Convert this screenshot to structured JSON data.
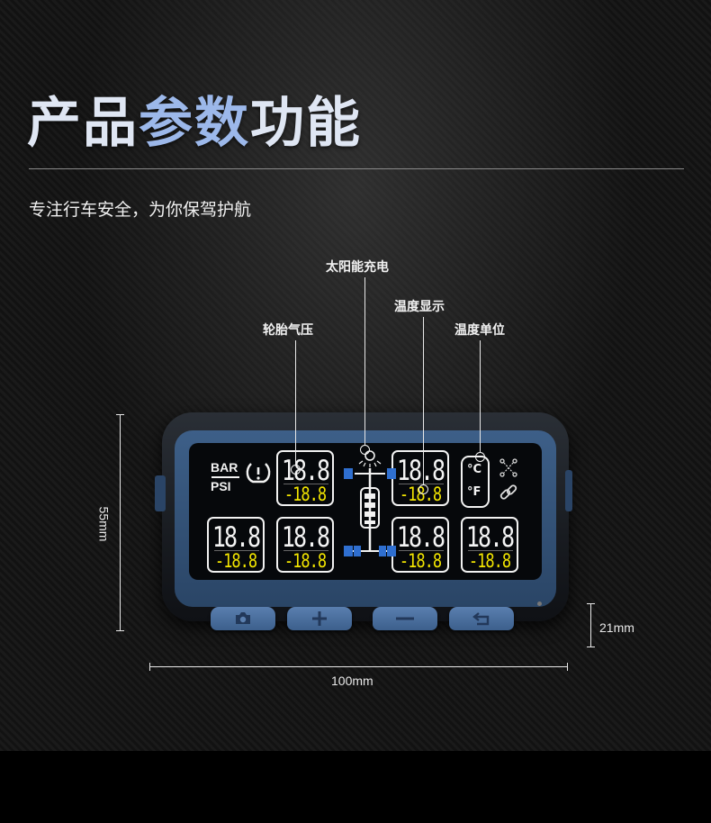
{
  "header": {
    "title_part1": "产品",
    "title_part2": "参数",
    "title_part3": "功能",
    "subtitle": "专注行车安全，为你保驾护航"
  },
  "callouts": {
    "solar": "太阳能充电",
    "temp_display": "温度显示",
    "tire_pressure": "轮胎气压",
    "temp_unit": "温度单位"
  },
  "screen": {
    "unit_bar": "BAR",
    "unit_psi": "PSI",
    "tires": [
      {
        "pressure": "18.8",
        "temp": "-18.8"
      },
      {
        "pressure": "18.8",
        "temp": "-18.8"
      },
      {
        "pressure": "18.8",
        "temp": "-18.8"
      },
      {
        "pressure": "18.8",
        "temp": "-18.8"
      },
      {
        "pressure": "18.8",
        "temp": "-18.8"
      },
      {
        "pressure": "18.8",
        "temp": "-18.8"
      }
    ],
    "deg_c": "°C",
    "deg_f": "°F"
  },
  "buttons": [
    {
      "name": "camera",
      "icon": "camera-icon"
    },
    {
      "name": "plus",
      "icon": "plus-icon"
    },
    {
      "name": "minus",
      "icon": "minus-icon"
    },
    {
      "name": "back",
      "icon": "return-icon"
    }
  ],
  "dimensions": {
    "height": "55mm",
    "width": "100mm",
    "depth": "21mm"
  },
  "colors": {
    "accent_blue": "#9cb8ea",
    "device_blue": "#3d5f88",
    "lcd_yellow": "#f2e500",
    "lcd_white": "#f4f4f4"
  }
}
